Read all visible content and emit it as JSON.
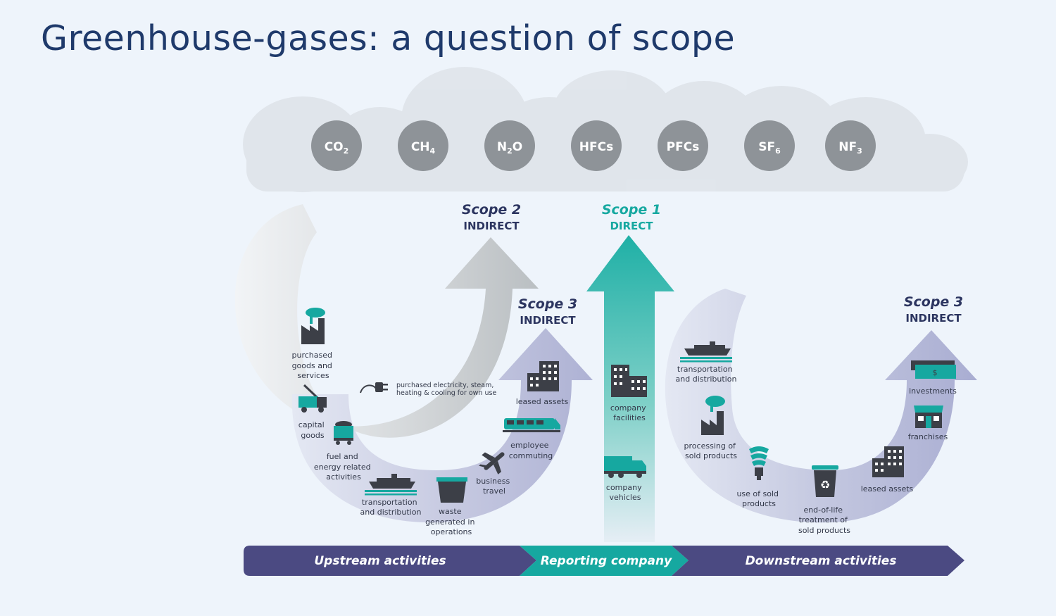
{
  "title": "Greenhouse-gases: a question of scope",
  "gases": [
    {
      "main": "CO",
      "sub": "2",
      "after": ""
    },
    {
      "main": "CH",
      "sub": "4",
      "after": ""
    },
    {
      "main": "N",
      "sub": "2",
      "after": "O"
    },
    {
      "main": "HFCs",
      "sub": "",
      "after": ""
    },
    {
      "main": "PFCs",
      "sub": "",
      "after": ""
    },
    {
      "main": "SF",
      "sub": "6",
      "after": ""
    },
    {
      "main": "NF",
      "sub": "3",
      "after": ""
    }
  ],
  "scope2": {
    "name": "Scope 2",
    "type": "INDIRECT"
  },
  "scope1": {
    "name": "Scope 1",
    "type": "DIRECT"
  },
  "scope3_up": {
    "name": "Scope 3",
    "type": "INDIRECT"
  },
  "scope3_down": {
    "name": "Scope 3",
    "type": "INDIRECT"
  },
  "scope2_item": {
    "line1": "purchased electricity, steam,",
    "line2": "heating & cooling for own use"
  },
  "upstream_items": {
    "purchased_goods": [
      "purchased",
      "goods and",
      "services"
    ],
    "capital_goods": [
      "capital",
      "goods"
    ],
    "fuel_energy": [
      "fuel and",
      "energy related",
      "activities"
    ],
    "transport": [
      "transportation",
      "and distribution"
    ],
    "waste": [
      "waste",
      "generated in",
      "operations"
    ],
    "business_travel": [
      "business",
      "travel"
    ],
    "employee_commuting": [
      "employee",
      "commuting"
    ],
    "leased_assets": [
      "leased assets"
    ]
  },
  "reporting_items": {
    "facilities": [
      "company",
      "facilities"
    ],
    "vehicles": [
      "company",
      "vehicles"
    ]
  },
  "downstream_items": {
    "transport": [
      "transportation",
      "and distribution"
    ],
    "processing": [
      "processing of",
      "sold products"
    ],
    "use": [
      "use of sold",
      "products"
    ],
    "end_of_life": [
      "end-of-life",
      "treatment of",
      "sold products"
    ],
    "leased_assets": [
      "leased assets"
    ],
    "franchises": [
      "franchises"
    ],
    "investments": [
      "investments"
    ]
  },
  "bands": {
    "upstream": "Upstream activities",
    "reporting": "Reporting company",
    "downstream": "Downstream activities"
  },
  "colors": {
    "title": "#1f3a6b",
    "navy": "#2c3560",
    "teal": "#16a8a0",
    "band_purple": "#4b4a82",
    "gas_circle": "#8e9398",
    "icon_dark": "#3c3f47"
  }
}
